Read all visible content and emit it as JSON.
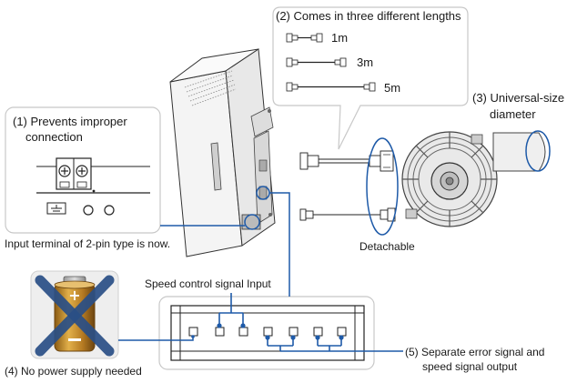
{
  "callouts": {
    "c1_line1": "(1) Prevents improper",
    "c1_line2": "connection",
    "c1_caption": "Input terminal of 2-pin type is now.",
    "c2_title": "(2) Comes in three different lengths",
    "len_1": "1m",
    "len_3": "3m",
    "len_5": "5m",
    "c3_line1": "(3) Universal-size",
    "c3_line2": "diameter",
    "detachable": "Detachable",
    "speed_input": "Speed control signal Input",
    "c4": "(4) No power supply needed",
    "c5_line1": "(5) Separate error signal and",
    "c5_line2": "speed signal output"
  },
  "colors": {
    "accent_blue": "#1e5aa8",
    "panel_fill": "#ffffff",
    "panel_stroke": "#c8c8c8",
    "battery_gold": "#c9912e",
    "cross_blue": "#2a4f86"
  }
}
